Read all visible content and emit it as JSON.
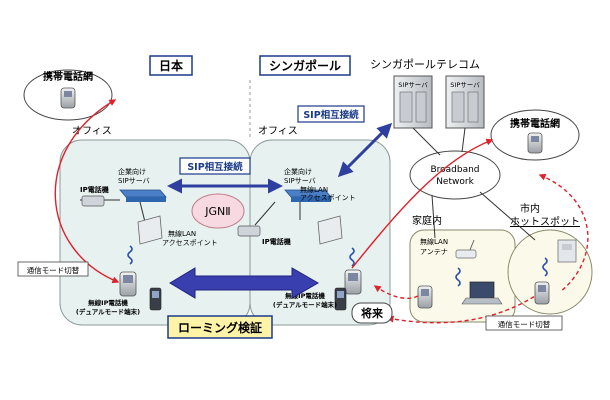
{
  "labels": {
    "japan": "日本",
    "singapore": "シンガポール",
    "sg_telecom": "シンガポールテレコム",
    "mobile_net_left": "携帯電話網",
    "mobile_net_right": "携帯電話網",
    "office_left": "オフィス",
    "office_right": "オフィス",
    "sip_interconnect_top": "SIP相互接続",
    "sip_interconnect_mid": "SIP相互接続",
    "sip_server_1": "SIPサーバ",
    "sip_server_2": "SIPサーバ",
    "enterprise_sip_left": "企業向け\nSIPサーバ",
    "enterprise_sip_right": "企業向け\nSIPサーバ",
    "ip_phone_left": "IP電話機",
    "ip_phone_right": "IP電話機",
    "wlan_ap_left": "無線LAN\nアクセスポイント",
    "wlan_ap_right": "無線LAN\nアクセスポイント",
    "jgn": "JGNⅡ",
    "broadband": "Broadband\nNetwork",
    "home": "家庭内",
    "hotspot": "市内\nホットスポット",
    "wlan_antenna": "無線LAN\nアンテナ",
    "wireless_ip_left": "無線IP電話機\n(デュアルモード端末)",
    "wireless_ip_right": "無線IP電話機\n(デュアルモード端末)",
    "mode_switch_left": "通信モード切替",
    "mode_switch_right": "通信モード切替",
    "roaming": "ローミング検証",
    "future": "将来"
  },
  "colors": {
    "office_fill": "#e6f1f0",
    "label_box_border": "#1a3a8a",
    "arrow_blue": "#2f3f9f",
    "red_line": "#e0202a",
    "roaming_box": "#fff3a8",
    "cloud": "#ffffff"
  }
}
